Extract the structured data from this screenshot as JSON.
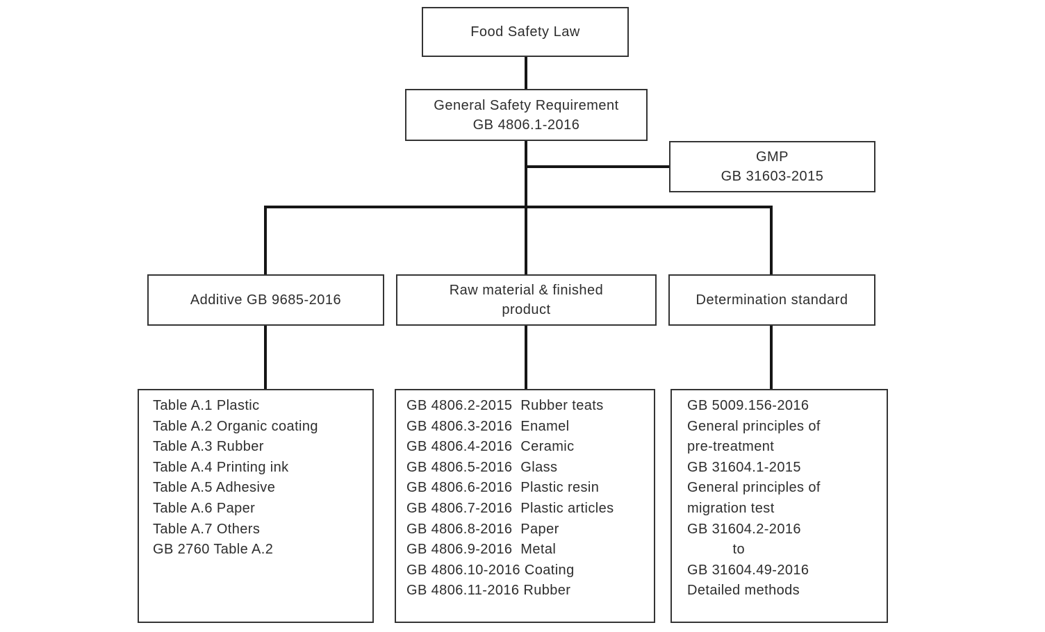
{
  "diagram": {
    "nodes": {
      "food_safety_law": {
        "lines": [
          "Food Safety Law"
        ]
      },
      "general_safety": {
        "lines": [
          "General Safety Requirement",
          "GB 4806.1-2016"
        ]
      },
      "gmp": {
        "lines": [
          "GMP",
          "GB 31603-2015"
        ]
      },
      "additive": {
        "lines": [
          "Additive GB 9685-2016"
        ]
      },
      "raw_material": {
        "lines": [
          "Raw material & finished",
          "product"
        ]
      },
      "determination": {
        "lines": [
          "Determination standard"
        ]
      }
    },
    "lists": {
      "additive_tables": {
        "lines": [
          "Table A.1 Plastic",
          "Table A.2 Organic coating",
          "Table A.3 Rubber",
          "Table A.4 Printing ink",
          "Table A.5 Adhesive",
          "Table A.6 Paper",
          "Table A.7 Others",
          "GB 2760 Table A.2"
        ]
      },
      "product_standards": {
        "lines": [
          "GB 4806.2-2015  Rubber teats",
          "GB 4806.3-2016  Enamel",
          "GB 4806.4-2016  Ceramic",
          "GB 4806.5-2016  Glass",
          "GB 4806.6-2016  Plastic resin",
          "GB 4806.7-2016  Plastic articles",
          "GB 4806.8-2016  Paper",
          "GB 4806.9-2016  Metal",
          "GB 4806.10-2016 Coating",
          "GB 4806.11-2016 Rubber"
        ]
      },
      "determination_standards": {
        "lines": [
          "GB 5009.156-2016",
          "General principles of",
          "pre-treatment",
          "GB 31604.1-2015",
          "General principles of",
          "migration test",
          "GB 31604.2-2016",
          "           to",
          "GB 31604.49-2016",
          "Detailed methods"
        ]
      }
    },
    "colors": {
      "background": "#ffffff",
      "connector_line": "#161616",
      "box_border": "#343434",
      "text": "#2d2d2d"
    }
  }
}
